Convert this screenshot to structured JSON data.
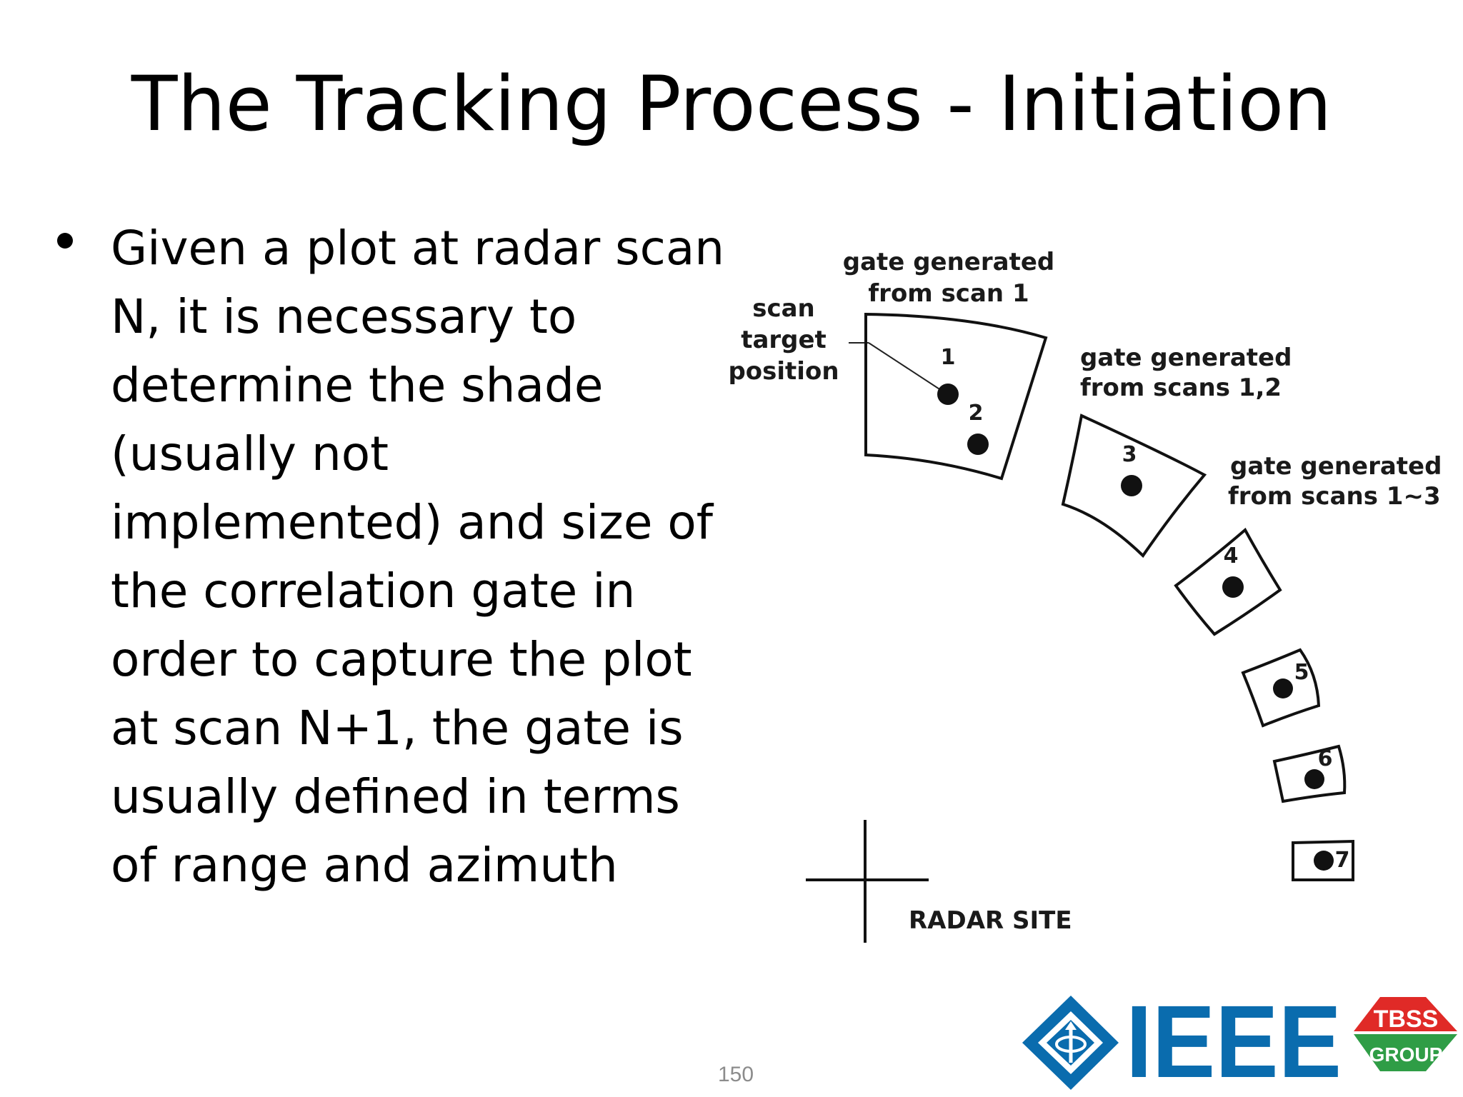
{
  "slide": {
    "title": "The Tracking Process - Initiation",
    "bullet_lines": [
      "Given a plot at radar scan",
      "N, it is necessary to",
      "determine the shade",
      "(usually not",
      "implemented) and size of",
      "the correlation gate in",
      "order to capture the plot",
      "at scan N+1, the gate is",
      "usually defined in terms",
      "of range and azimuth"
    ],
    "page_number": "150"
  },
  "diagram": {
    "label_scan1_gate": [
      "gate generated",
      "from scan 1"
    ],
    "label_scan_target": [
      "scan",
      "target",
      "position"
    ],
    "label_scans12_gate": [
      "gate generated",
      "from scans 1,2"
    ],
    "label_scans13_gate": [
      "gate generated",
      "from scans 1~3"
    ],
    "plot_numbers": [
      "1",
      "2",
      "3",
      "4",
      "5",
      "6",
      "7"
    ],
    "radar_site_label": "RADAR SITE"
  },
  "logo": {
    "ieee": "IEEE",
    "badge_top": "TBSS",
    "badge_bottom": "GROUP",
    "colors": {
      "ieee_blue": "#0a6cae",
      "badge_red": "#e02a27",
      "badge_green": "#2f9d46"
    }
  }
}
